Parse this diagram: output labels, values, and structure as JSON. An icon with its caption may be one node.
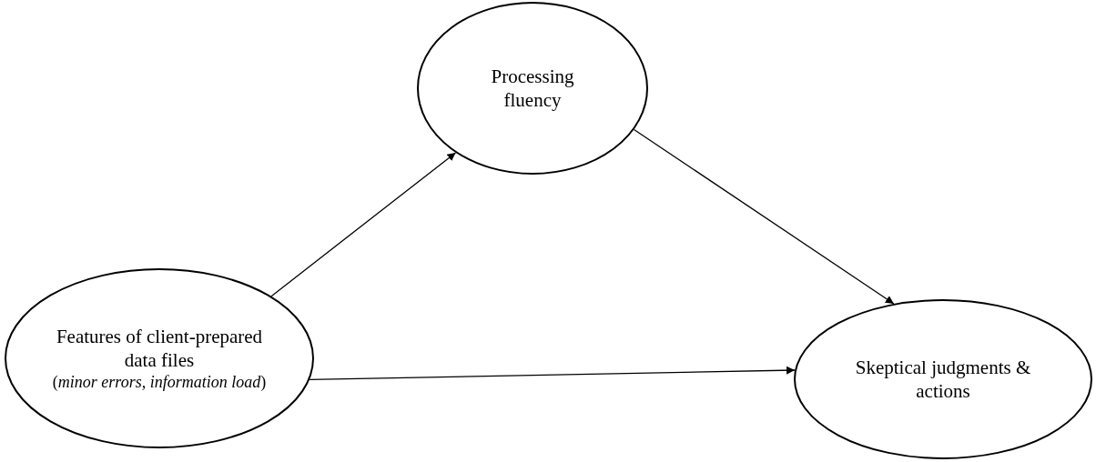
{
  "diagram": {
    "nodes": [
      {
        "text": [
          "Features of client-prepared data files",
          "(*minor errors, information load*)"
        ]
      },
      {
        "text": [
          "Processing fluency"
        ]
      },
      {
        "text": [
          "Skeptical judgments & actions"
        ]
      }
    ],
    "edges": [
      {
        "from": 0,
        "to": 1,
        "arrow": "to"
      },
      {
        "from": 1,
        "to": 2,
        "arrow": "to"
      },
      {
        "from": 0,
        "to": 2,
        "arrow": "to"
      }
    ]
  }
}
